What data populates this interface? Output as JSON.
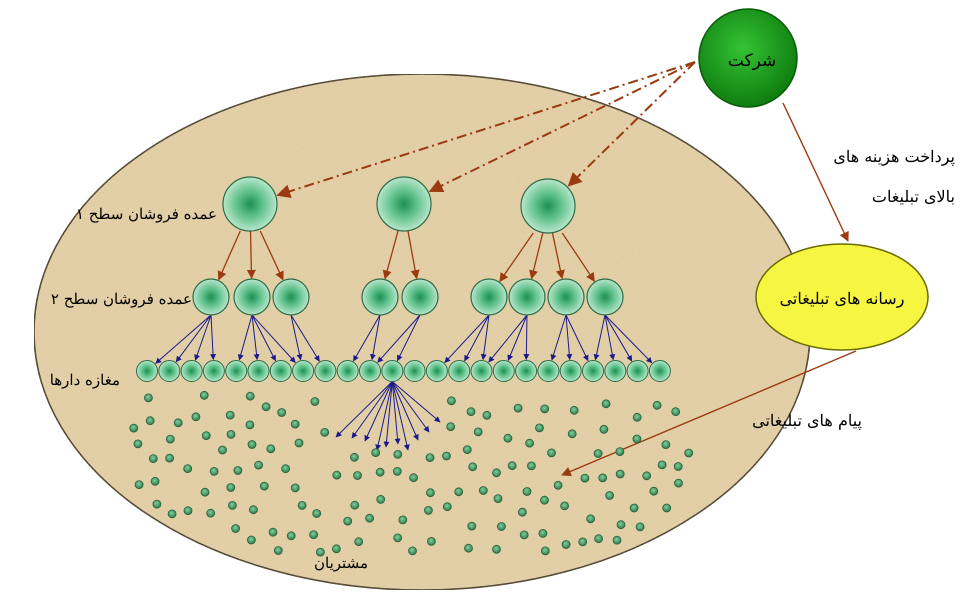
{
  "labels": {
    "company": "شرکت",
    "wholesalers_level1": "عمده فروشان سطح ۱",
    "wholesalers_level2": "عمده فروشان سطح ۲",
    "retailers": "مغازه دارها",
    "customers": "مشتریان",
    "advertising_media": "رسانه های تبلیغاتی",
    "high_ad_cost_line1": "پرداخت هزینه های",
    "high_ad_cost_line2": "بالای تبلیغات",
    "ad_message": "پیام های تبلیغاتی"
  },
  "colors": {
    "field_fill": "#e8d5ad",
    "field_stroke": "#111111",
    "company_fill": "#1fa81f",
    "node_fill": "#8fd4ad",
    "node_core": "#1e8f53",
    "media_fill": "#f5f542",
    "brown_arrow": "#9b3a10",
    "blue_arrow": "#1a1a8c",
    "customer_dot": "#3f8f5a"
  },
  "counts": {
    "level1_groups": 3,
    "level2_nodes": 9,
    "retail_shops": 24,
    "customers": 134
  }
}
